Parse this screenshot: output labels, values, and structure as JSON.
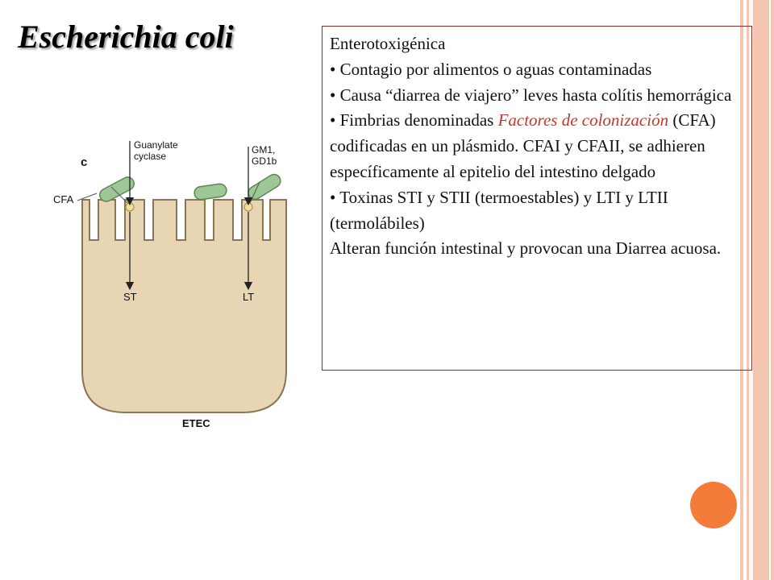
{
  "slide": {
    "title": "Escherichia coli",
    "accent_colors": {
      "border": "#8b2b2b",
      "highlight": "#c0392b",
      "stripe": "#f4c6b2",
      "circle": "#f47b3a"
    }
  },
  "content": {
    "heading": "Enterotoxigénica",
    "bullet1": "• Contagio por alimentos o aguas contaminadas",
    "bullet2": "• Causa “diarrea de viajero” leves hasta colítis hemorrágica",
    "bullet3_a": "• Fimbrias denominadas ",
    "bullet3_term": "Factores de colonización",
    "bullet3_b": " (CFA) codificadas en un plásmido. CFAI y CFAII, se adhieren específicamente al epitelio del intestino delgado",
    "bullet4": "• Toxinas STI y STII (termoestables) y LTI y LTII (termolábiles)",
    "closing": "Alteran función intestinal y provocan una Diarrea acuosa."
  },
  "figure": {
    "panel_letter": "c",
    "label_cfa": "CFA",
    "label_guanylate_1": "Guanylate",
    "label_guanylate_2": "cyclase",
    "label_gm1_1": "GM1,",
    "label_gm1_2": "GD1b",
    "label_st": "ST",
    "label_lt": "LT",
    "label_etec": "ETEC"
  }
}
